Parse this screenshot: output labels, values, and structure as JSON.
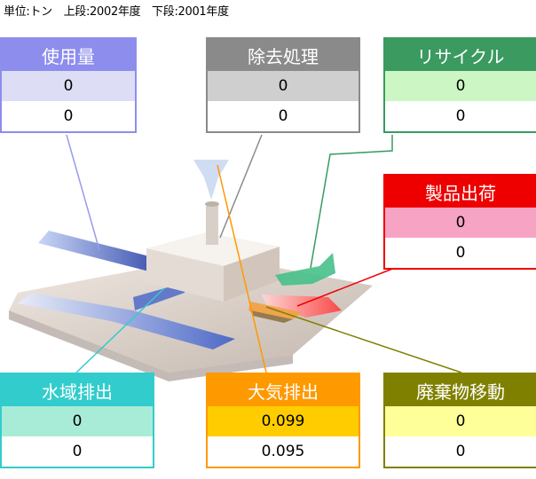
{
  "unit_note": "単位:トン　上段:2002年度　下段:2001年度",
  "boxes": {
    "usage": {
      "title": "使用量",
      "v2002": "0",
      "v2001": "0",
      "header_color": "#8d8dee",
      "row_color": "#ddddf6",
      "border_color": "#8d8dee"
    },
    "removal": {
      "title": "除去処理",
      "v2002": "0",
      "v2001": "0",
      "header_color": "#8a8a8a",
      "row_color": "#cfcfcf",
      "border_color": "#8a8a8a"
    },
    "recycle": {
      "title": "リサイクル",
      "v2002": "0",
      "v2001": "0",
      "header_color": "#3a9a60",
      "row_color": "#ccf7c4",
      "border_color": "#3a9a60"
    },
    "shipment": {
      "title": "製品出荷",
      "v2002": "0",
      "v2001": "0",
      "header_color": "#ee0000",
      "row_color": "#f7a3c3",
      "border_color": "#ee0000"
    },
    "water": {
      "title": "水域排出",
      "v2002": "0",
      "v2001": "0",
      "header_color": "#33cccc",
      "row_color": "#a8ecd8",
      "border_color": "#33cccc"
    },
    "air": {
      "title": "大気排出",
      "v2002": "0.099",
      "v2001": "0.095",
      "header_color": "#ff9900",
      "row_color": "#ffcc00",
      "border_color": "#ff9900"
    },
    "transfer": {
      "title": "廃棄物移動",
      "v2002": "0",
      "v2001": "0",
      "header_color": "#808000",
      "row_color": "#ffff99",
      "border_color": "#808000"
    }
  }
}
